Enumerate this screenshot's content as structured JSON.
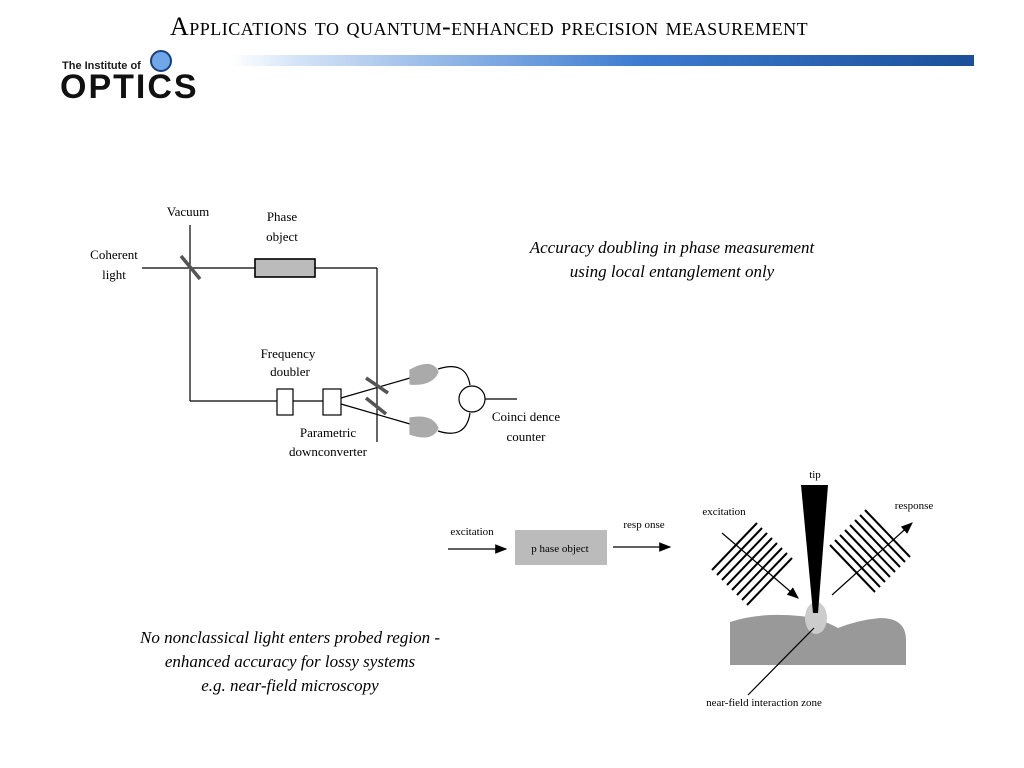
{
  "title": "Applications to quantum-enhanced precision measurement",
  "logo": {
    "top_text": "The Institute of",
    "main_text": "OPTICS"
  },
  "interferometer": {
    "vacuum": "Vacuum",
    "phase_object": [
      "Phase",
      "object"
    ],
    "coherent_light": [
      "Coherent",
      "light"
    ],
    "frequency_doubler": [
      "Frequency",
      "doubler"
    ],
    "parametric_downconverter": [
      "Parametric",
      "downconverter"
    ],
    "coincidence_counter": [
      "Coinci dence",
      "counter"
    ]
  },
  "caption_top": [
    "Accuracy doubling in phase measurement",
    "using local entanglement only"
  ],
  "phase_diagram": {
    "excitation": "excitation",
    "phase_object": "p hase object",
    "response": "resp onse"
  },
  "nearfield": {
    "tip": "tip",
    "excitation": "excitation",
    "response": "response",
    "zone": "near-field interaction zone"
  },
  "caption_bottom": [
    "No nonclassical light enters probed region -",
    "enhanced accuracy for lossy systems",
    "e.g. near-field microscopy"
  ]
}
